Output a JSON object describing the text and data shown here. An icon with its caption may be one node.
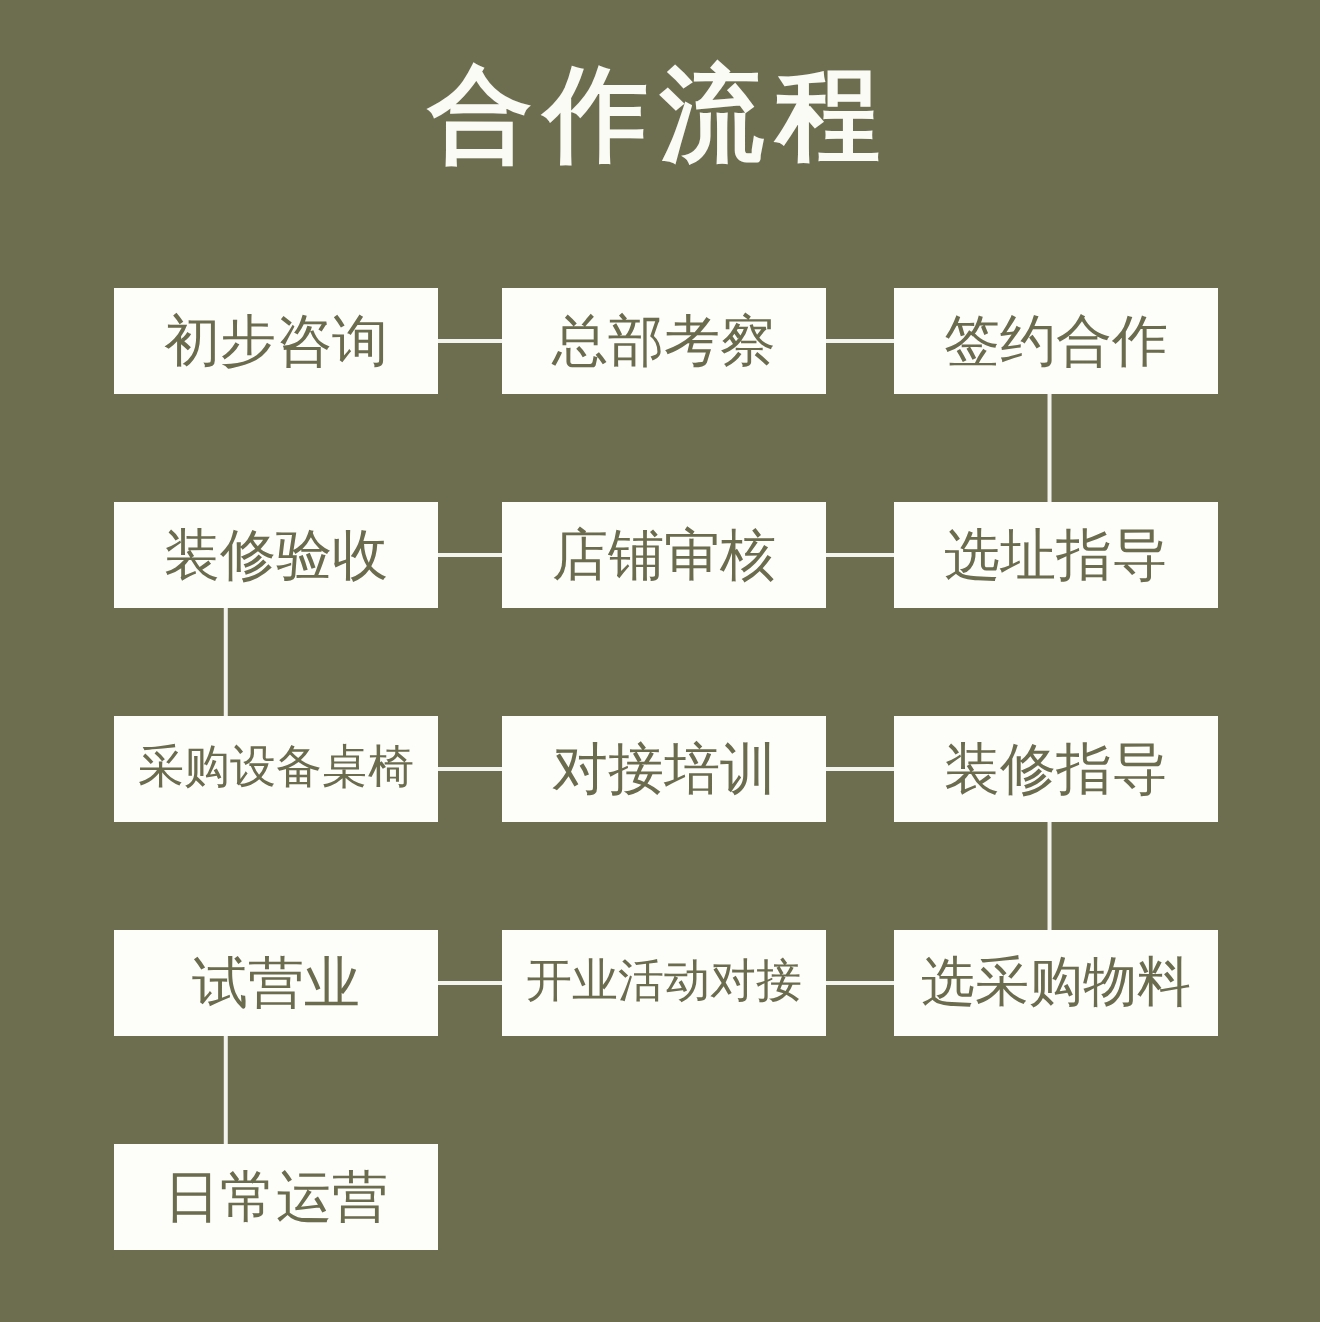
{
  "diagram": {
    "title": "合作流程",
    "nodes": [
      {
        "text": [
          "初步咨询"
        ]
      },
      {
        "text": [
          "总部考察"
        ]
      },
      {
        "text": [
          "签约合作"
        ]
      },
      {
        "text": [
          "装修验收"
        ]
      },
      {
        "text": [
          "店铺审核"
        ]
      },
      {
        "text": [
          "选址指导"
        ]
      },
      {
        "text": [
          "采购设备桌椅"
        ]
      },
      {
        "text": [
          "对接培训"
        ]
      },
      {
        "text": [
          "装修指导"
        ]
      },
      {
        "text": [
          "试营业"
        ]
      },
      {
        "text": [
          "开业活动对接"
        ]
      },
      {
        "text": [
          "选采购物料"
        ]
      },
      {
        "text": [
          "日常运营"
        ]
      }
    ],
    "edges": [
      {
        "from": 0,
        "to": 1,
        "arrow": "none"
      },
      {
        "from": 1,
        "to": 2,
        "arrow": "none"
      },
      {
        "from": 2,
        "to": 5,
        "arrow": "none"
      },
      {
        "from": 5,
        "to": 4,
        "arrow": "none"
      },
      {
        "from": 4,
        "to": 3,
        "arrow": "none"
      },
      {
        "from": 3,
        "to": 6,
        "arrow": "none"
      },
      {
        "from": 6,
        "to": 7,
        "arrow": "none"
      },
      {
        "from": 7,
        "to": 8,
        "arrow": "none"
      },
      {
        "from": 8,
        "to": 11,
        "arrow": "none"
      },
      {
        "from": 11,
        "to": 10,
        "arrow": "none"
      },
      {
        "from": 10,
        "to": 9,
        "arrow": "none"
      },
      {
        "from": 9,
        "to": 12,
        "arrow": "none"
      }
    ]
  }
}
